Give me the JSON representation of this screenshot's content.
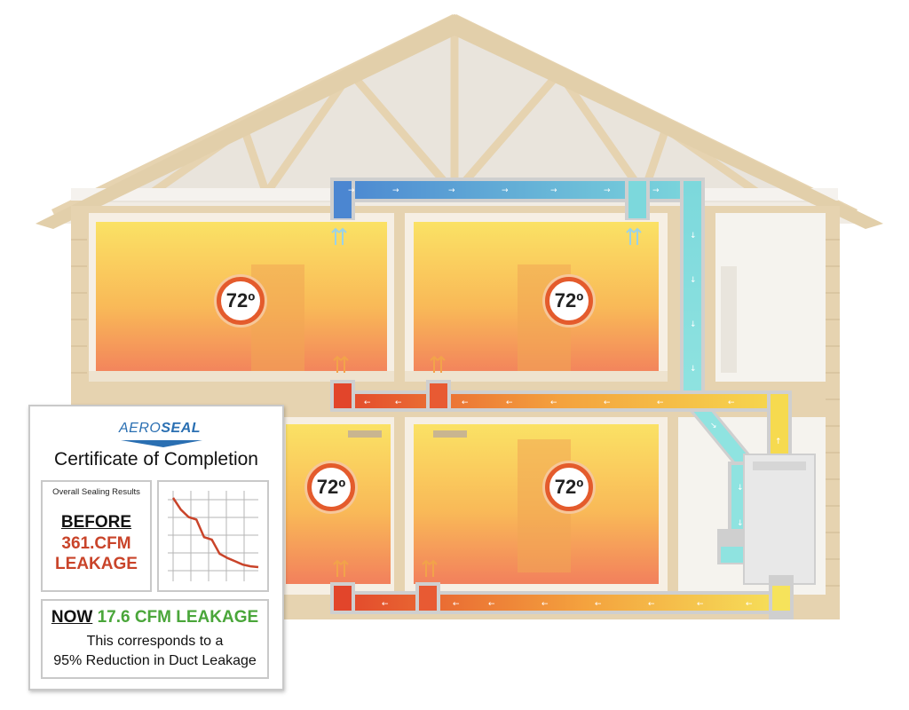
{
  "rooms": {
    "upper_left": {
      "temperature": "72º"
    },
    "upper_right": {
      "temperature": "72º"
    },
    "lower_left": {
      "temperature": "72º"
    },
    "lower_right": {
      "temperature": "72º"
    }
  },
  "certificate": {
    "logo": {
      "prefix": "AERO",
      "suffix": "SEAL"
    },
    "title": "Certificate of Completion",
    "results_label": "Overall Sealing Results",
    "before_label": "BEFORE",
    "before_value": "361.CFM",
    "before_unit": "LEAKAGE",
    "now_label": "NOW",
    "now_value": "17.6 CFM LEAKAGE",
    "correspondence_line1": "This corresponds to a",
    "correspondence_line2": "95% Reduction in Duct Leakage",
    "graph_trend": [
      1.0,
      0.86,
      0.77,
      0.74,
      0.53,
      0.5,
      0.33,
      0.28,
      0.24,
      0.2,
      0.18,
      0.17
    ]
  },
  "colors": {
    "wall": "#efe2c8",
    "house_frame": "#d9c6a3",
    "roof_truss": "#e6d3b0",
    "duct_cold": "#4b9bd6",
    "duct_warm": "#f4d24b",
    "duct_hot": "#e2452b",
    "badge_ring": "#e45b2c",
    "now_green": "#4aa63a",
    "before_red": "#c9442a"
  }
}
